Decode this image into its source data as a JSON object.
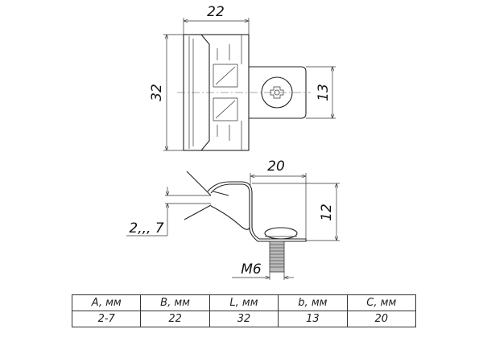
{
  "drawing": {
    "top_view": {
      "width_dim": "22",
      "length_dim": "32",
      "tab_dim": "13"
    },
    "side_view": {
      "flange_dim": "20",
      "height_dim": "12",
      "range_dim": "2,,, 7",
      "thread_dim": "M6"
    }
  },
  "table": {
    "headers": [
      "A, мм",
      "B, мм",
      "L, мм",
      "b, мм",
      "C, мм"
    ],
    "values": [
      "2-7",
      "22",
      "32",
      "13",
      "20"
    ]
  }
}
